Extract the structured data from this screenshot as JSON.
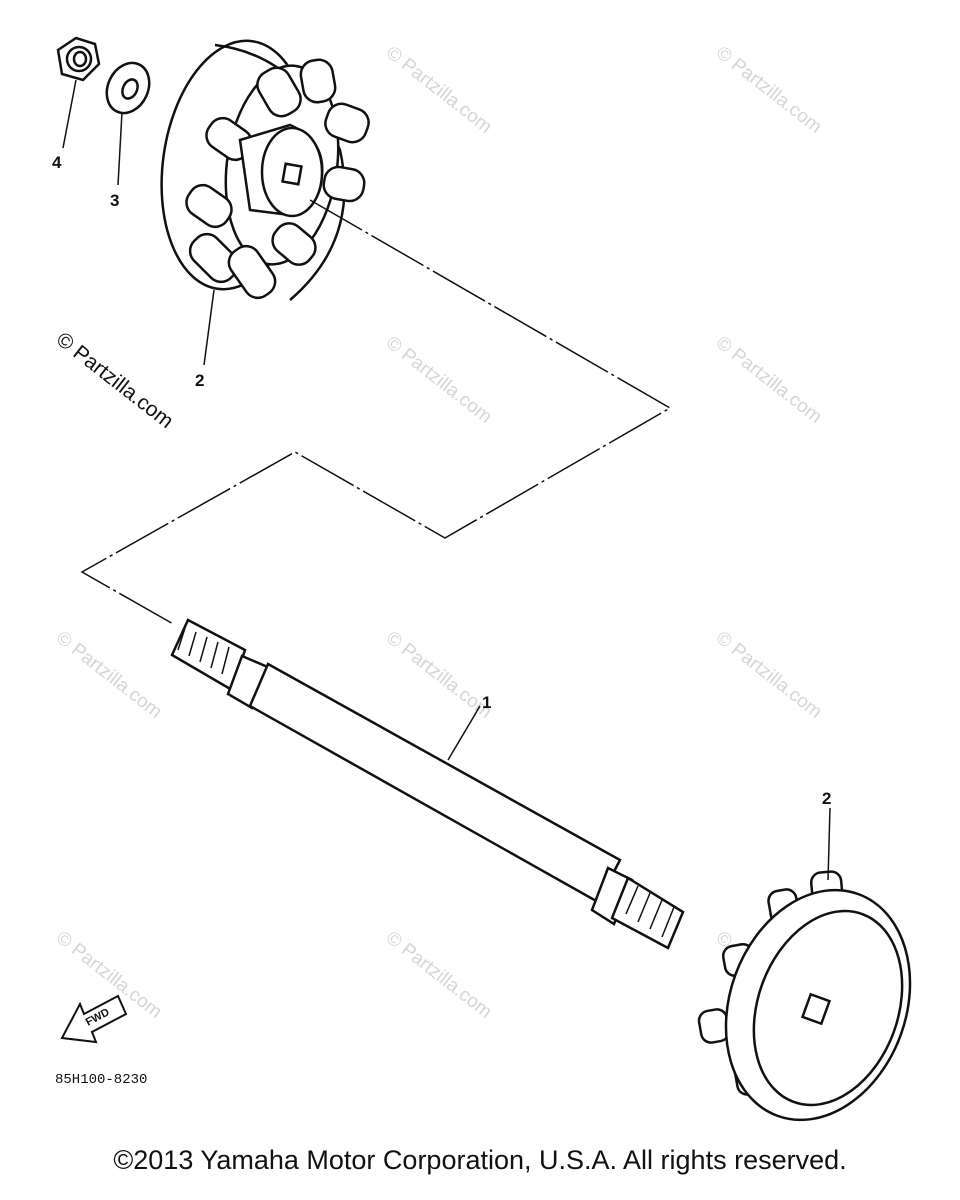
{
  "callouts": {
    "part_4": "4",
    "part_3": "3",
    "part_2_top": "2",
    "part_1": "1",
    "part_2_bottom": "2"
  },
  "watermark": "© Partzilla.com",
  "diagram_code": "85H100-8230",
  "fwd_label": "FWD",
  "copyright": "©2013 Yamaha Motor Corporation, U.S.A. All rights reserved.",
  "colors": {
    "line": "#111111",
    "watermark": "#d6d6d6"
  }
}
